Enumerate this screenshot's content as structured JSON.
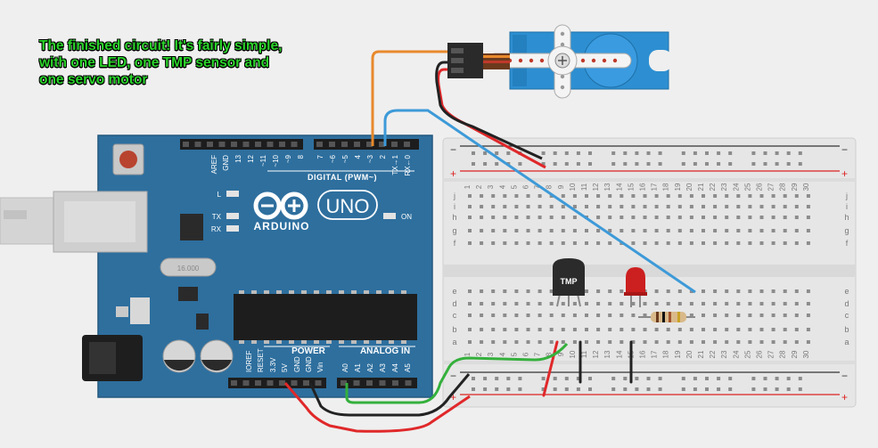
{
  "annotation": {
    "lines": [
      "The finished circuit! It's fairly simple,",
      "with one LED, one TMP sensor and",
      "one servo motor"
    ]
  },
  "arduino": {
    "logo_text": "ARDUINO",
    "model_label": "UNO",
    "digital_label": "DIGITAL (PWM~)",
    "power_label": "POWER",
    "analog_label": "ANALOG IN",
    "on_label": "ON",
    "l_label": "L",
    "tx_label": "TX",
    "rx_label": "RX",
    "digital_pin_labels": [
      "AREF",
      "GND",
      "13",
      "12",
      "~11",
      "~10",
      "~9",
      "8",
      "7",
      "~6",
      "~5",
      "4",
      "~3",
      "2",
      "TX→1",
      "RX←0"
    ],
    "power_pin_labels": [
      "IOREF",
      "RESET",
      "3.3V",
      "5V",
      "GND",
      "GND",
      "Vin"
    ],
    "analog_pin_labels": [
      "A0",
      "A1",
      "A2",
      "A3",
      "A4",
      "A5"
    ],
    "crystal_label": "16.000"
  },
  "breadboard": {
    "row_letters_top": [
      "j",
      "i",
      "h",
      "g",
      "f"
    ],
    "row_letters_bottom": [
      "e",
      "d",
      "c",
      "b",
      "a"
    ],
    "column_numbers": [
      "1",
      "2",
      "3",
      "4",
      "5",
      "6",
      "7",
      "8",
      "9",
      "10",
      "11",
      "12",
      "13",
      "14",
      "15",
      "16",
      "17",
      "18",
      "19",
      "20",
      "21",
      "22",
      "23",
      "24",
      "25",
      "26",
      "27",
      "28",
      "29",
      "30"
    ],
    "rail_minus": "−",
    "rail_plus": "+"
  },
  "components": {
    "tmp_label": "TMP"
  },
  "colors": {
    "background": "#efefef",
    "board_blue": "#2e6f9e",
    "annotation_green": "#2bd42b",
    "wire_red": "#e0282a",
    "wire_black": "#222222",
    "wire_blue": "#3d9ad8",
    "wire_orange": "#e8892c",
    "wire_green": "#34b03c",
    "led_red": "#cc1f1f",
    "servo_blue": "#2d8fd1"
  }
}
